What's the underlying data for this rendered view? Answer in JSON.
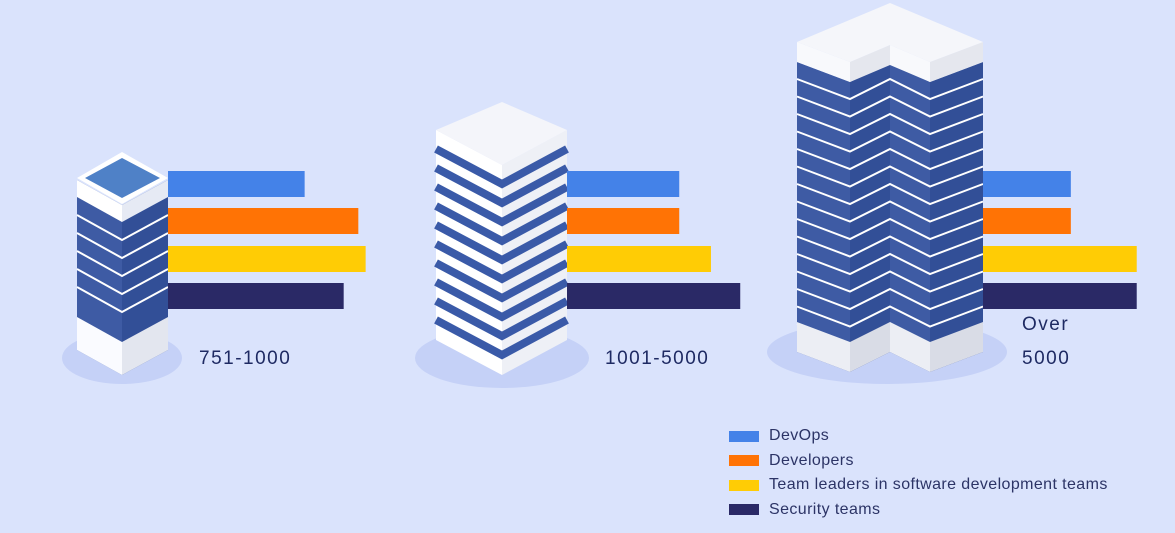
{
  "chart_data": {
    "type": "bar",
    "orientation": "horizontal",
    "categories": [
      "751-1000",
      "1001-5000",
      "Over 5000"
    ],
    "series": [
      {
        "name": "DevOps",
        "color": "#4482e8",
        "values": [
          56,
          46,
          36
        ]
      },
      {
        "name": "Developers",
        "color": "#ff7305",
        "values": [
          78,
          46,
          36
        ]
      },
      {
        "name": "Team leaders in software development teams",
        "color": "#ffcc05",
        "values": [
          81,
          59,
          63
        ]
      },
      {
        "name": "Security teams",
        "color": "#2a2966",
        "values": [
          72,
          71,
          63
        ]
      }
    ],
    "xlim": [
      0,
      100
    ],
    "legend_position": "bottom-right",
    "grid": false
  },
  "groups": [
    {
      "label_lines": [
        "751-1000"
      ]
    },
    {
      "label_lines": [
        "1001-5000"
      ]
    },
    {
      "label_lines": [
        "Over",
        "5000"
      ]
    }
  ]
}
